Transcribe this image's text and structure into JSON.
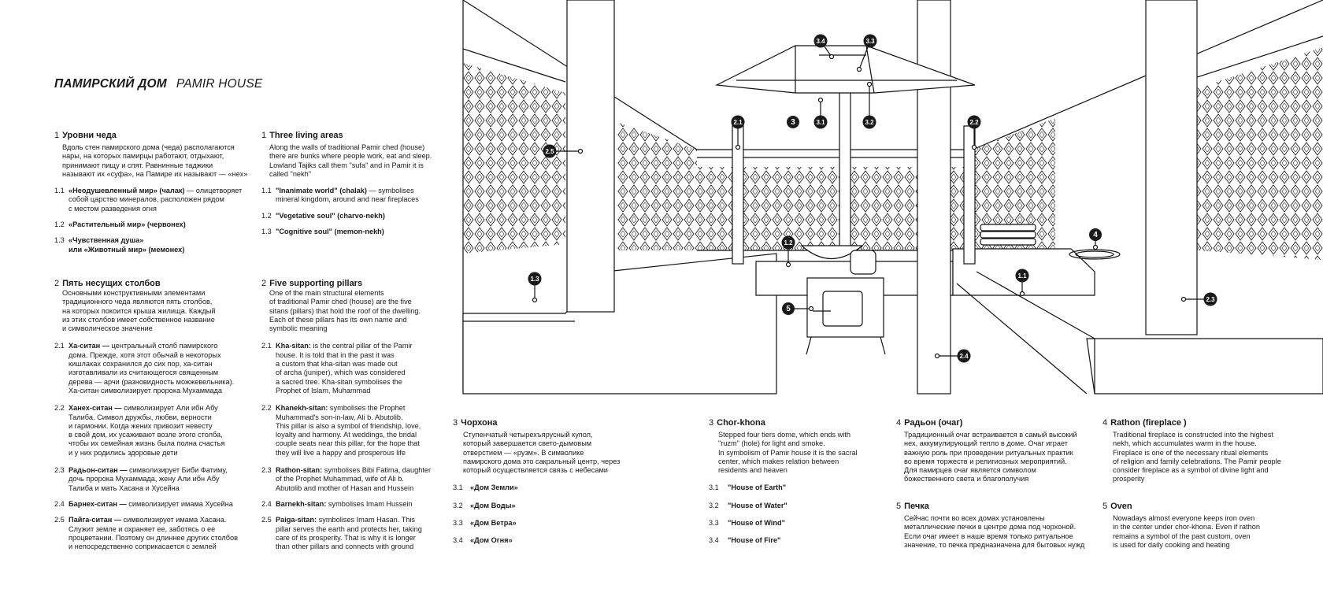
{
  "title": {
    "ru": "ПАМИРСКИЙ ДОМ",
    "en": "PAMIR HOUSE"
  },
  "sections_ru": [
    {
      "num": "1",
      "title": "Уровни чеда",
      "text": "Вдоль стен памирского дома (чеда) располагаются\nнары, на которых памирцы работают, отдыхают,\nпринимают пищу и спят. Равнинные таджики\nназывают их «суфа», на Памире их называют — «нех»",
      "items": [
        {
          "n": "1.1",
          "term": "«Неодушевленный мир» (чалак)",
          "desc": " — олицетворяет\nсобой царство минералов, расположен рядом\nс местом разведения огня"
        },
        {
          "n": "1.2",
          "term": "«Растительный мир» (червонех)",
          "desc": ""
        },
        {
          "n": "1.3",
          "term": "«Чувственная душа»\nили «Животный мир» (мемонех)",
          "desc": ""
        }
      ]
    },
    {
      "num": "2",
      "title": "Пять несущих столбов",
      "text": "Основными конструктивными элементами\nтрадиционного чеда являются пять столбов,\nна которых покоится крыша жилища. Каждый\nиз этих столбов имеет собственное название\nи символическое значение",
      "items": [
        {
          "n": "2.1",
          "term": "Ха-ситан —",
          "desc": " центральный столб памирского\nдома. Прежде, хотя этот обычай в некоторых\nкишлаках сохранился до сих пор, ха-ситан\nизготавливали из считающегося священным\nдерева — арчи (разновидность можжевельника).\nХа-ситан символизирует пророка Мухаммада"
        },
        {
          "n": "2.2",
          "term": "Ханех-ситан —",
          "desc": " символизирует Али ибн Абу\nТалиба. Символ дружбы, любви, верности\nи гармонии. Когда жених привозит невесту\nв свой дом, их усаживают возле этого столба,\nчтобы их семейная жизнь была полна счастья\nи у них родились здоровые дети"
        },
        {
          "n": "2.3",
          "term": "Радьон-ситан —",
          "desc": " символизирует Биби Фатиму,\nдочь пророка Мухаммада, жену Али ибн Абу\nТалиба и мать Хасана и Хусейна"
        },
        {
          "n": "2.4",
          "term": "Барнех-ситан —",
          "desc": " символизирует имама Хусейна"
        },
        {
          "n": "2.5",
          "term": "Пайга-ситан —",
          "desc": " символизирует имама Хасана.\nСлужит земле и охраняет ее, заботясь о ее\nпроцветании. Поэтому он длиннее других столбов\nи непосредственно соприкасается с землей"
        }
      ]
    }
  ],
  "sections_en": [
    {
      "num": "1",
      "title": "Three living areas",
      "text": "Along the walls of traditional Pamir ched (house)\nthere are bunks where people work, eat and sleep.\nLowland Tajiks call them \"sufa\" and in Pamir it is\ncalled \"nekh\"",
      "items": [
        {
          "n": "1.1",
          "term": "\"Inanimate world\" (chalak)",
          "desc": " — symbolises\nmineral kingdom, around and near fireplaces"
        },
        {
          "n": "1.2",
          "term": "\"Vegetative soul\" (charvo-nekh)",
          "desc": ""
        },
        {
          "n": "1.3",
          "term": "\"Cognitive soul\" (memon-nekh)",
          "desc": ""
        }
      ]
    },
    {
      "num": "2",
      "title": "Five supporting pillars",
      "text": "One of the main structural elements\nof traditional Pamir ched (house) are the five\nsitans (pillars) that hold the roof of the dwelling.\nEach of these pillars has its own name and\nsymbolic meaning",
      "items": [
        {
          "n": "2.1",
          "term": "Kha-sitan:",
          "desc": " is the central pillar of the Pamir\nhouse. It is told that in the past it was\na custom that kha-sitan was made out\nof archa (juniper), which was considered\na sacred tree. Kha-sitan symbolises the\nProphet of Islam, Muhammad"
        },
        {
          "n": "2.2",
          "term": "Khanekh-sitan:",
          "desc": " symbolises the Prophet\nMuhammad's son-in-law, Ali b. Abutolib.\nThis pillar is also a symbol of friendship, love,\nloyalty and harmony. At weddings, the bridal\ncouple seats near this pillar, for the hope that\nthey will live a happy and prosperous life"
        },
        {
          "n": "2.3",
          "term": "Rathon-sitan:",
          "desc": " symbolises Bibi Fatima, daughter\nof the Prophet Muhammad, wife of Ali b.\nAbutolib and mother of Hasan and Hussein"
        },
        {
          "n": "2.4",
          "term": "Barnekh-sitan:",
          "desc": " symbolises Imam Hussein"
        },
        {
          "n": "2.5",
          "term": "Paiga-sitan:",
          "desc": " symbolises Imam Hasan. This\npillar serves the earth and protects her, taking\ncare of its prosperity. That is why it is longer\nthan other pillars and connects with ground"
        }
      ]
    }
  ],
  "bottom": {
    "chorhona_ru": {
      "num": "3",
      "title": "Чорхона",
      "text": "Ступенчатый четырехъярусный купол,\nкоторый завершается свето-дымовым\nотверстием — «рузм». В символике\nпамирского дома это сакральный центр, через\nкоторый осуществляется связь с небесами",
      "items": [
        {
          "n": "3.1",
          "term": "«Дом Земли»"
        },
        {
          "n": "3.2",
          "term": "«Дом Воды»"
        },
        {
          "n": "3.3",
          "term": "«Дом Ветра»"
        },
        {
          "n": "3.4",
          "term": "«Дом Огня»"
        }
      ]
    },
    "chorhona_en": {
      "num": "3",
      "title": "Chor-khona",
      "text": "Stepped four tiers dome, which ends with\n\"ruzm\" (hole) for light and smoke.\nIn symbolism of Pamir house it is the sacral\ncenter, which makes relation between\nresidents and heaven",
      "items": [
        {
          "n": "3.1",
          "term": "\"House of Earth\""
        },
        {
          "n": "3.2",
          "term": "\"House of Water\""
        },
        {
          "n": "3.3",
          "term": "\"House of Wind\""
        },
        {
          "n": "3.4",
          "term": "\"House of Fire\""
        }
      ]
    },
    "radyon_ru": {
      "num": "4",
      "title": "Радьон (очаг)",
      "text": "Традиционный очаг встраивается в самый высокий\nнех, аккумулирующий тепло в доме. Очаг играет\nважную роль при проведении ритуальных практик\nво время торжеств и религиозных мероприятий.\nДля памирцев очаг является символом\nбожественного света и благополучия"
    },
    "rathon_en": {
      "num": "4",
      "title": "Rathon (fireplace )",
      "text": "Traditional fireplace is constructed into the highest\nnekh, which accumulates warm in the house.\nFireplace is one of the necessary ritual elements\nof religion and family celebrations. The Pamir people\nconsider fireplace as a symbol of divine light and\nprosperity"
    },
    "pechka_ru": {
      "num": "5",
      "title": "Печка",
      "text": "Сейчас почти во всех домах установлены\nметаллические печки в центре дома под чорхоной.\nЕсли очаг имеет в наше время только ритуальное\nзначение, то печка предназначена для бытовых нужд"
    },
    "oven_en": {
      "num": "5",
      "title": "Oven",
      "text": "Nowadays almost everyone keeps iron oven\nin the center under chor-khona. Even if rathon\nremains a symbol of the past custom, oven\nis used for daily cooking and heating"
    }
  },
  "markers": [
    "3.4",
    "3.3",
    "3",
    "3.1",
    "3.2",
    "2.1",
    "2.2",
    "2.5",
    "1.2",
    "1.3",
    "5",
    "4",
    "1.1",
    "2.3",
    "2.4"
  ]
}
